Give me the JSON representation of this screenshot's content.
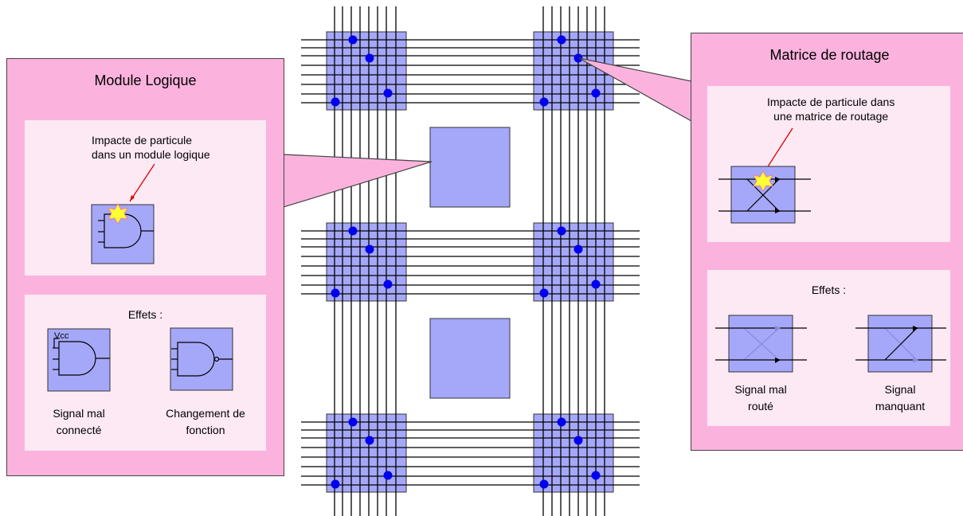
{
  "colors": {
    "block_fill": "#a5a8f8",
    "wire": "#000000",
    "via": "#0000ee",
    "panel_fill": "#fbb3de",
    "inner_fill": "#fde9f4",
    "impact_star": "#ffff33",
    "impact_arrow": "#e00000"
  },
  "left_panel": {
    "title": "Module Logique",
    "impact_label_line1": "Impacte de particule",
    "impact_label_line2": "dans un module logique",
    "effects_title": "Effets :",
    "vcc_label": "Vcc",
    "effect1_line1": "Signal mal",
    "effect1_line2": "connecté",
    "effect2_line1": "Changement de",
    "effect2_line2": "fonction"
  },
  "right_panel": {
    "title": "Matrice de routage",
    "impact_label_line1": "Impacte de particule dans",
    "impact_label_line2": "une matrice de routage",
    "effects_title": "Effets :",
    "effect1_line1": "Signal mal",
    "effect1_line2": "routé",
    "effect2_line1": "Signal",
    "effect2_line2": "manquant"
  }
}
